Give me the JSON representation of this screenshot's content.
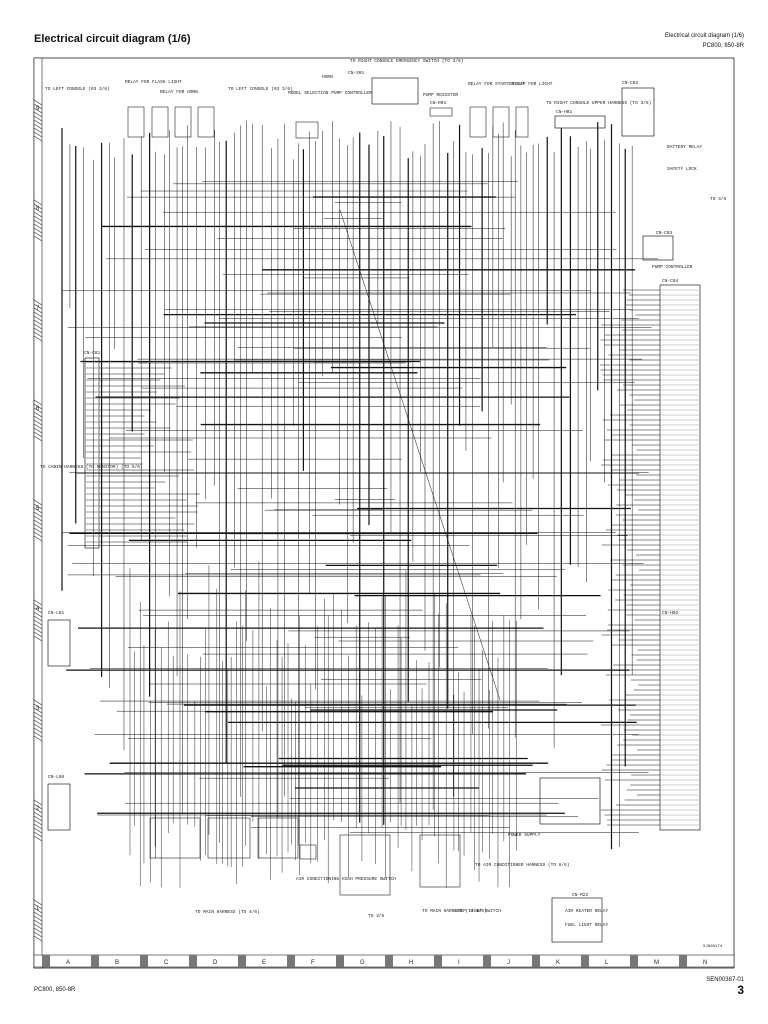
{
  "header": {
    "title": "Electrical circuit diagram (1/6)",
    "right_title": "Electrical circuit diagram (1/6)",
    "model": "PC800, 850-8R"
  },
  "footer": {
    "model": "PC800, 850-8R",
    "doc_code": "SEN00387-01",
    "page_number": "3"
  },
  "drawing_ref": "SJ003174",
  "grid": {
    "columns": [
      "A",
      "B",
      "C",
      "D",
      "E",
      "F",
      "G",
      "H",
      "I",
      "J",
      "K",
      "L",
      "M",
      "N"
    ],
    "rows": [
      "9",
      "8",
      "7",
      "6",
      "5",
      "4",
      "3",
      "2",
      "1"
    ]
  },
  "labels": {
    "left_console_1": "TO LEFT CONSOLE (03 3/6)",
    "relay_flash": "RELAY FOR FLASH LIGHT",
    "relay_horn": "RELAY FOR HORN",
    "left_console_2": "TO LEFT CONSOLE (03 3/6)",
    "horn": "HORN",
    "model_selection": "MODEL SELECTION PUMP CONTROLLER",
    "right_console_switch": "TO RIGHT CONSOLE EMERGENCY SWITCH (TO 3/6)",
    "pump_resistor": "PUMP RESISTOR",
    "relay_starter": "RELAY FOR STARTER CUT",
    "relay_light": "RELAY FOR LIGHT",
    "right_console_upper": "TO RIGHT CONSOLE UPPER HARNESS (TO 3/6)",
    "battery_relay": "BATTERY RELAY",
    "safety_lock": "SAFETY LOCK",
    "to_3_6": "TO 3/6",
    "pump_controller": "PUMP CONTROLLER",
    "to_cabin_harness": "TO CABIN HARNESS (TO MONITOR) (TO 5/6)",
    "to_main_harness_1": "TO MAIN HARNESS (TO 4/6)",
    "air_conditioning": "AIR CONDITIONING HIGH PRESSURE SWITCH",
    "to_3_6_b": "TO 3/6",
    "to_main_harness_2": "TO MAIN HARNESS (TO 4/6)",
    "step_light": "STEP LIGHT SWITCH",
    "to_air_conditioner": "TO AIR CONDITIONER HARNESS (TO 6/6)",
    "power_supply": "POWER SUPPLY",
    "heater_relay": "AIR HEATER RELAY",
    "fuel_light": "FUEL LIGHT RELAY"
  },
  "connectors": {
    "cn_l01": "CN-L01",
    "cn_l06": "CN-L06",
    "cn_c01": "CN-C01",
    "cn_c02": "CN-C02",
    "cn_c03": "CN-C03",
    "cn_c04": "CN-C04",
    "cn_h01": "CN-H01",
    "cn_h02": "CN-H02",
    "cn_s01": "CN-S01",
    "cn_r01": "CN-R01",
    "cn_m22": "CN-M22"
  }
}
